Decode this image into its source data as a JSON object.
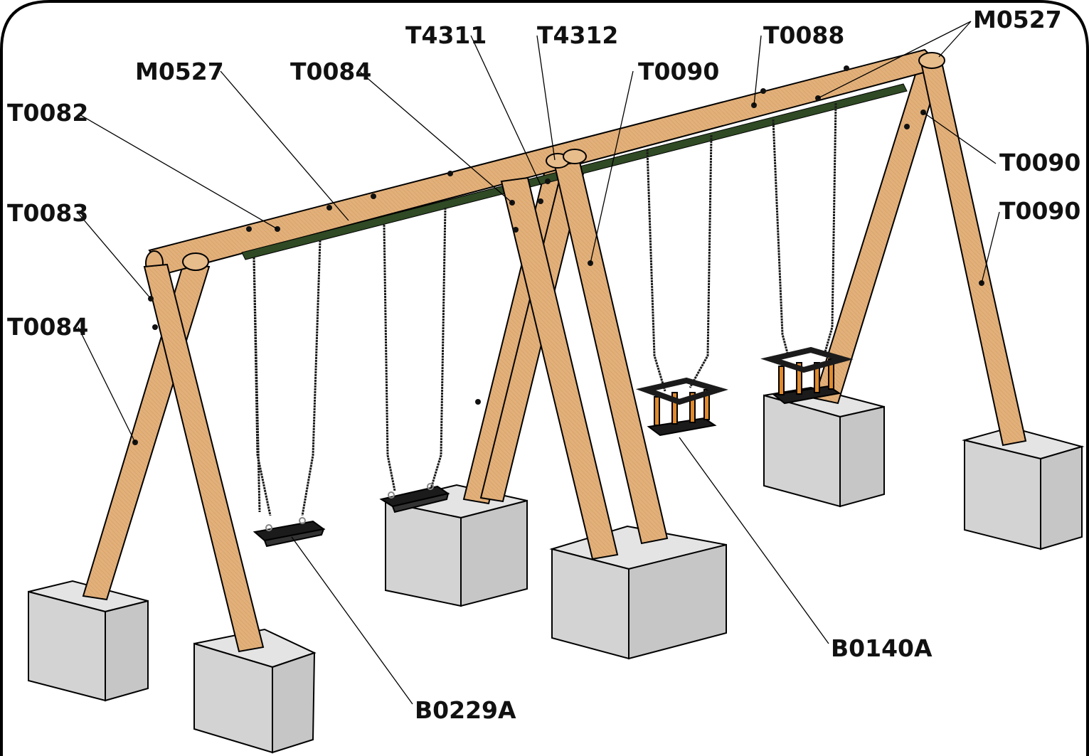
{
  "labels": {
    "m0527_top_right": "M0527",
    "t4311": "T4311",
    "t4312": "T4312",
    "t0088": "T0088",
    "m0527_left": "M0527",
    "t0084_top": "T0084",
    "t0090_center": "T0090",
    "t0082": "T0082",
    "t0090_right_upper": "T0090",
    "t0083": "T0083",
    "t0090_right_lower": "T0090",
    "t0084_left": "T0084",
    "b0140a": "B0140A",
    "b0229a": "B0229A"
  },
  "colors": {
    "wood": "#e2b07a",
    "wood_dark": "#b88250",
    "concrete": "#d3d3d3",
    "seat_black": "#1b1b1b",
    "safety_seat_orange": "#e08a2c",
    "hanger_green": "#2f4a24",
    "outline": "#000000"
  }
}
